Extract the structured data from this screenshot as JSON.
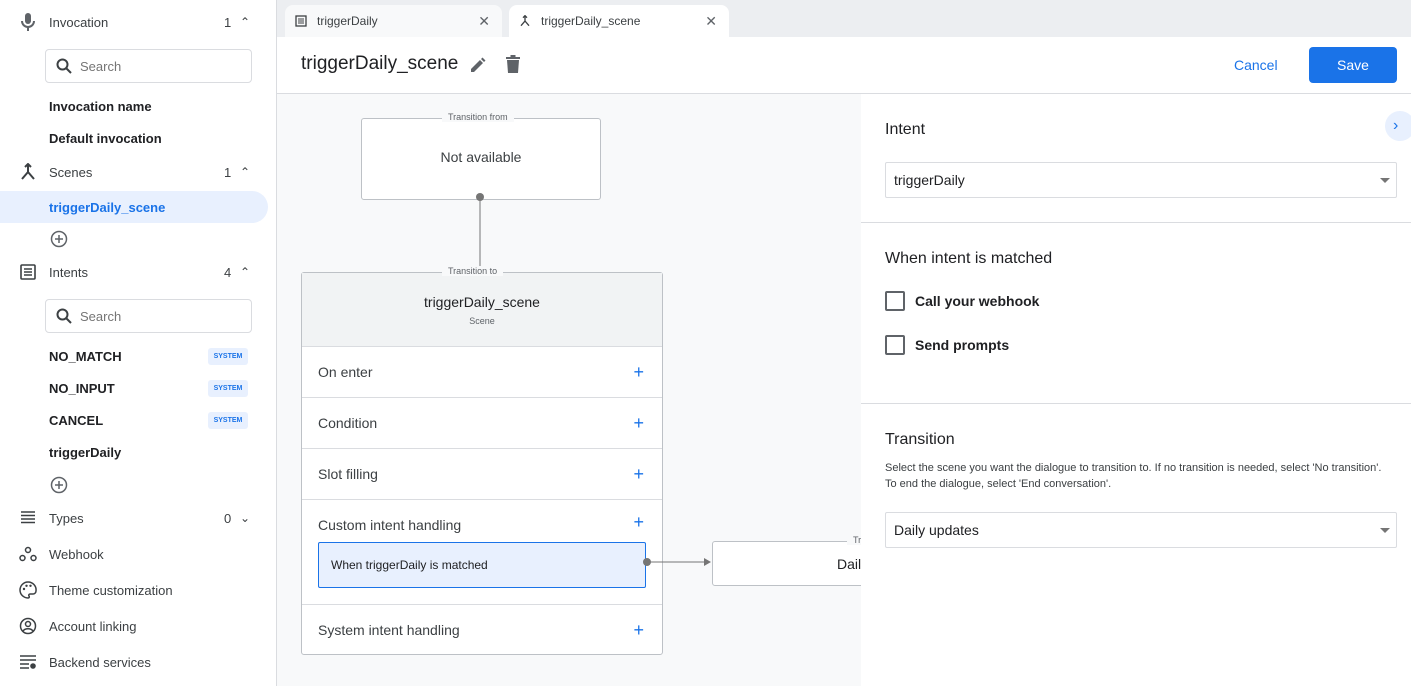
{
  "sidebar": {
    "invocation": {
      "label": "Invocation",
      "count": "1",
      "search_placeholder": "Search",
      "items": [
        "Invocation name",
        "Default invocation"
      ]
    },
    "scenes": {
      "label": "Scenes",
      "count": "1",
      "items": [
        "triggerDaily_scene"
      ]
    },
    "intents": {
      "label": "Intents",
      "count": "4",
      "search_placeholder": "Search",
      "items": [
        {
          "label": "NO_MATCH",
          "badge": "SYSTEM"
        },
        {
          "label": "NO_INPUT",
          "badge": "SYSTEM"
        },
        {
          "label": "CANCEL",
          "badge": "SYSTEM"
        },
        {
          "label": "triggerDaily"
        }
      ]
    },
    "types": {
      "label": "Types",
      "count": "0"
    },
    "nav": [
      "Webhook",
      "Theme customization",
      "Account linking",
      "Backend services"
    ]
  },
  "tabs": [
    {
      "label": "triggerDaily",
      "icon": "intent-icon"
    },
    {
      "label": "triggerDaily_scene",
      "icon": "scene-icon",
      "active": true
    }
  ],
  "header": {
    "title": "triggerDaily_scene",
    "cancel": "Cancel",
    "save": "Save"
  },
  "canvas": {
    "from": {
      "legend": "Transition from",
      "text": "Not available"
    },
    "scene": {
      "legend": "Transition to",
      "title": "triggerDaily_scene",
      "subtitle": "Scene",
      "rows": [
        "On enter",
        "Condition",
        "Slot filling",
        "Custom intent handling",
        "System intent handling"
      ],
      "handler": "When triggerDaily is matched"
    },
    "target": {
      "legend": "Tr",
      "text": "Dail"
    }
  },
  "panel": {
    "intent_heading": "Intent",
    "intent_value": "triggerDaily",
    "matched_heading": "When intent is matched",
    "checkboxes": [
      "Call your webhook",
      "Send prompts"
    ],
    "transition_heading": "Transition",
    "transition_help": "Select the scene you want the dialogue to transition to. If no transition is needed, select 'No transition'. To end the dialogue, select 'End conversation'.",
    "transition_value": "Daily updates"
  },
  "colors": {
    "accent": "#1a73e8",
    "selected_bg": "#e8f0fe"
  }
}
